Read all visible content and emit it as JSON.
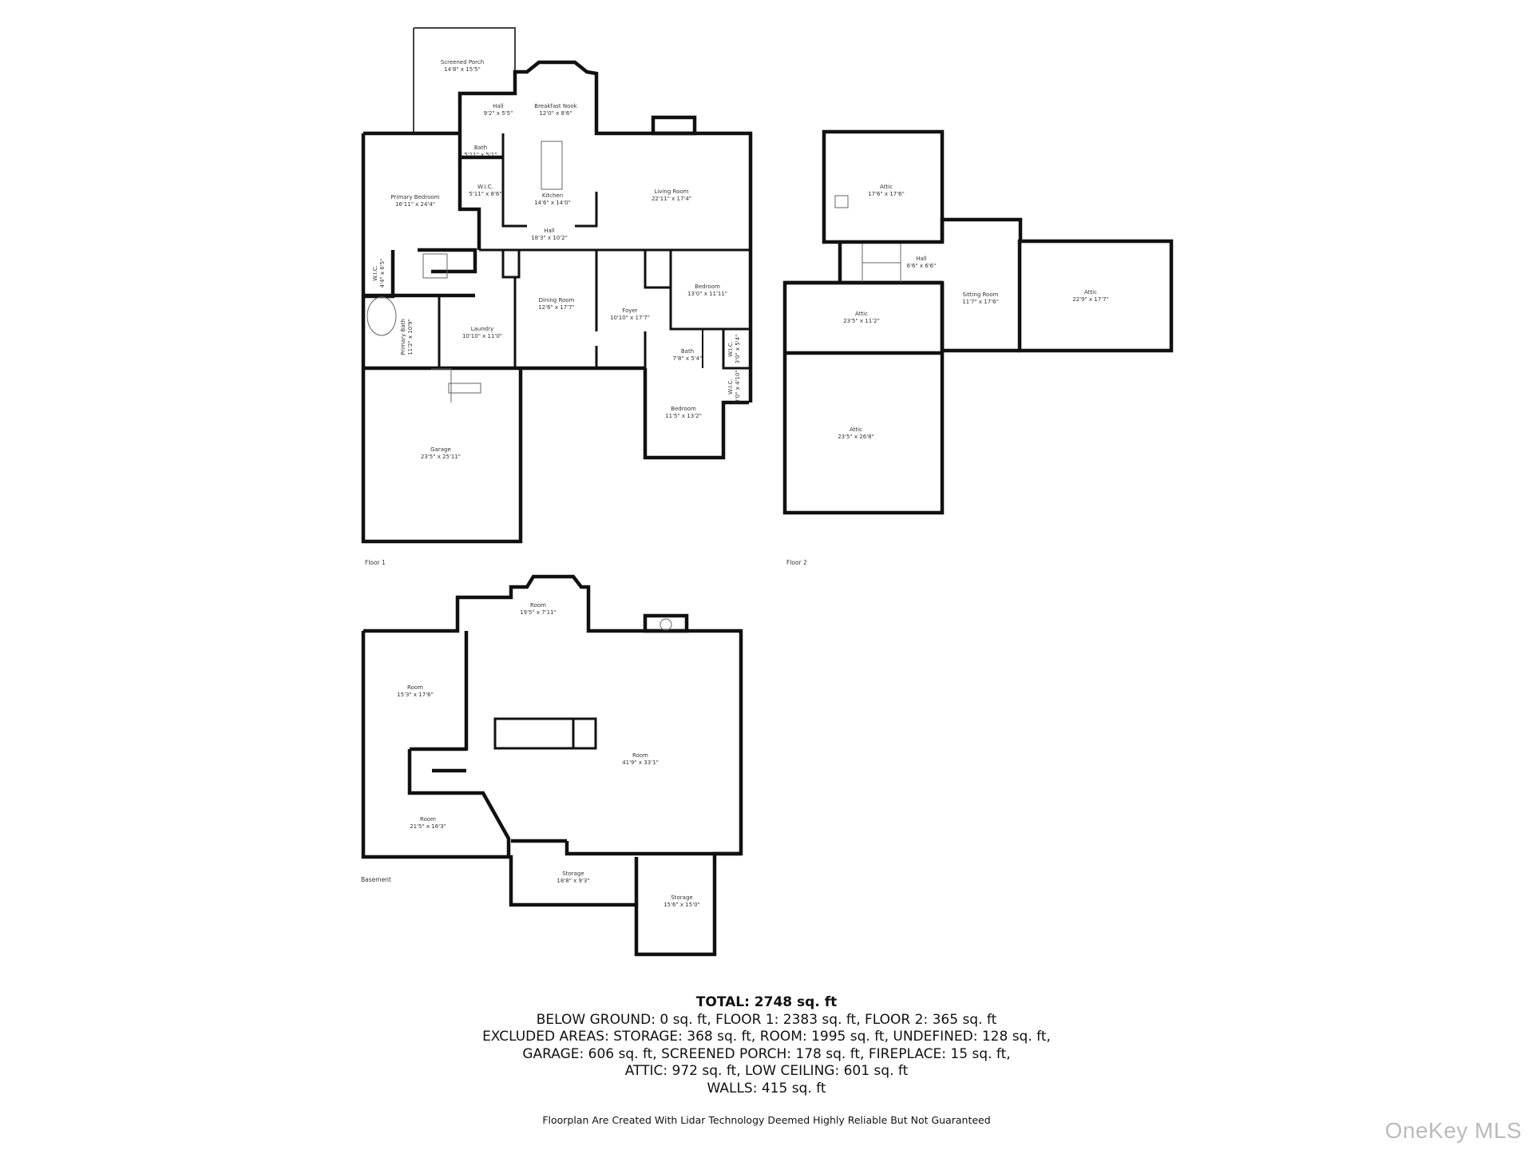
{
  "floor1": {
    "label": "Floor 1",
    "rooms": [
      {
        "name": "Screened Porch",
        "dims": "14'8\" x 15'5\""
      },
      {
        "name": "Hall",
        "dims": "9'2\" x 5'5\""
      },
      {
        "name": "Breakfast Nook",
        "dims": "12'0\" x 8'6\""
      },
      {
        "name": "Bath",
        "dims": "5'11\" x 5'1\""
      },
      {
        "name": "W.I.C.",
        "dims": "5'11\" x 8'6\""
      },
      {
        "name": "Primary Bedroom",
        "dims": "16'11\" x 24'4\""
      },
      {
        "name": "Kitchen",
        "dims": "14'6\" x 14'0\""
      },
      {
        "name": "Living Room",
        "dims": "22'11\" x 17'4\""
      },
      {
        "name": "Hall",
        "dims": "18'3\" x 10'2\""
      },
      {
        "name": "W.I.C.",
        "dims": "4'4\" x 6'5\""
      },
      {
        "name": "Primary Bath",
        "dims": "11'2\" x 10'9\""
      },
      {
        "name": "Laundry",
        "dims": "10'10\" x 11'0\""
      },
      {
        "name": "Dining Room",
        "dims": "12'6\" x 17'7\""
      },
      {
        "name": "Foyer",
        "dims": "10'10\" x 17'7\""
      },
      {
        "name": "Bedroom",
        "dims": "13'0\" x 11'11\""
      },
      {
        "name": "Bath",
        "dims": "7'8\" x 5'4\""
      },
      {
        "name": "W.I.C.",
        "dims": "3'0\" x 5'4\""
      },
      {
        "name": "W.I.C.",
        "dims": "3'0\" x 4'10\""
      },
      {
        "name": "Bedroom",
        "dims": "11'5\" x 13'2\""
      },
      {
        "name": "Garage",
        "dims": "23'5\" x 25'11\""
      }
    ]
  },
  "floor2": {
    "label": "Floor 2",
    "rooms": [
      {
        "name": "Attic",
        "dims": "17'6\" x 17'6\""
      },
      {
        "name": "Hall",
        "dims": "6'6\" x 6'6\""
      },
      {
        "name": "Sitting Room",
        "dims": "11'7\" x 17'6\""
      },
      {
        "name": "Attic",
        "dims": "22'9\" x 17'7\""
      },
      {
        "name": "Attic",
        "dims": "23'5\" x 11'2\""
      },
      {
        "name": "Attic",
        "dims": "23'5\" x 26'8\""
      }
    ]
  },
  "basement": {
    "label": "Basement",
    "rooms": [
      {
        "name": "Room",
        "dims": "19'5\" x 7'11\""
      },
      {
        "name": "Room",
        "dims": "15'3\" x 17'6\""
      },
      {
        "name": "Room",
        "dims": "41'9\" x 33'1\""
      },
      {
        "name": "Room",
        "dims": "21'5\" x 16'3\""
      },
      {
        "name": "Storage",
        "dims": "18'8\" x 9'3\""
      },
      {
        "name": "Storage",
        "dims": "15'6\" x 15'0\""
      }
    ]
  },
  "summary": {
    "total": "TOTAL: 2748 sq. ft",
    "lines": [
      "BELOW GROUND: 0 sq. ft, FLOOR 1: 2383 sq. ft, FLOOR 2: 365 sq. ft",
      "EXCLUDED AREAS: STORAGE: 368 sq. ft, ROOM: 1995 sq. ft, UNDEFINED: 128 sq. ft,",
      "GARAGE: 606 sq. ft, SCREENED PORCH: 178 sq. ft, FIREPLACE: 15 sq. ft,",
      "ATTIC: 972 sq. ft, LOW CEILING: 601 sq. ft",
      "WALLS: 415 sq. ft"
    ],
    "disclaimer": "Floorplan Are Created With Lidar Technology Deemed Highly Reliable But Not Guaranteed"
  },
  "watermark": "OneKey MLS",
  "colors": {
    "walls": "#111111",
    "background": "#ffffff",
    "watermark": "#bbbbbb"
  }
}
